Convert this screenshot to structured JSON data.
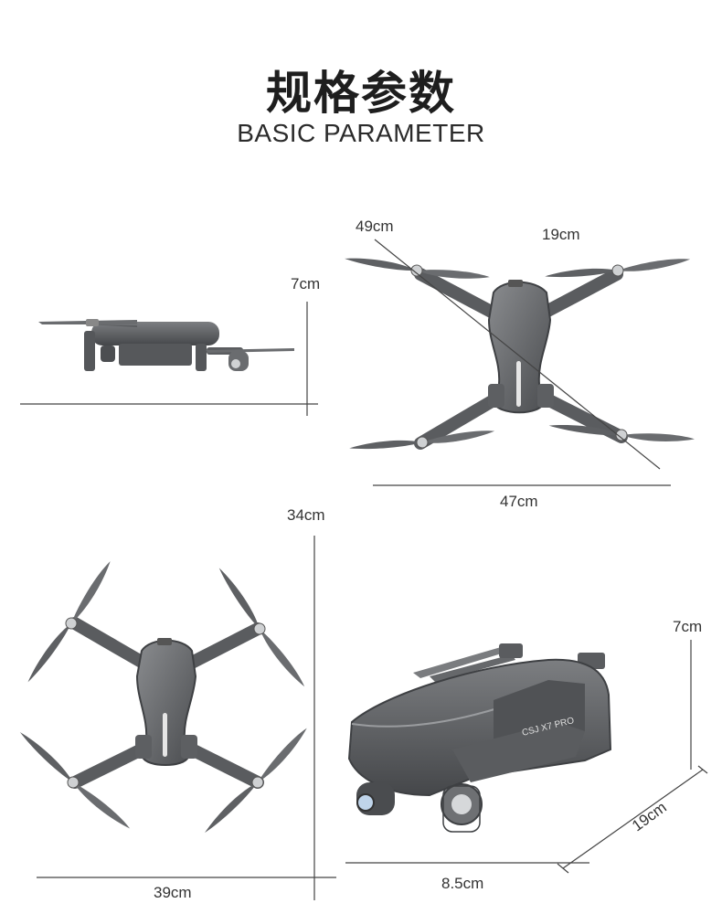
{
  "header": {
    "title_cn": "规格参数",
    "title_en": "BASIC PARAMETER"
  },
  "side_view": {
    "height": "7cm"
  },
  "top_unfolded": {
    "diagonal": "49cm",
    "prop": "19cm",
    "width": "47cm"
  },
  "front_view": {
    "height": "34cm",
    "width": "39cm"
  },
  "folded_view": {
    "height": "7cm",
    "length": "19cm",
    "width": "8.5cm",
    "body_text": "CSJ X7 PRO"
  },
  "colors": {
    "drone_body": "#5f6164",
    "drone_dark": "#3e4043",
    "propeller": "#6a6c6f",
    "line": "#444444"
  }
}
